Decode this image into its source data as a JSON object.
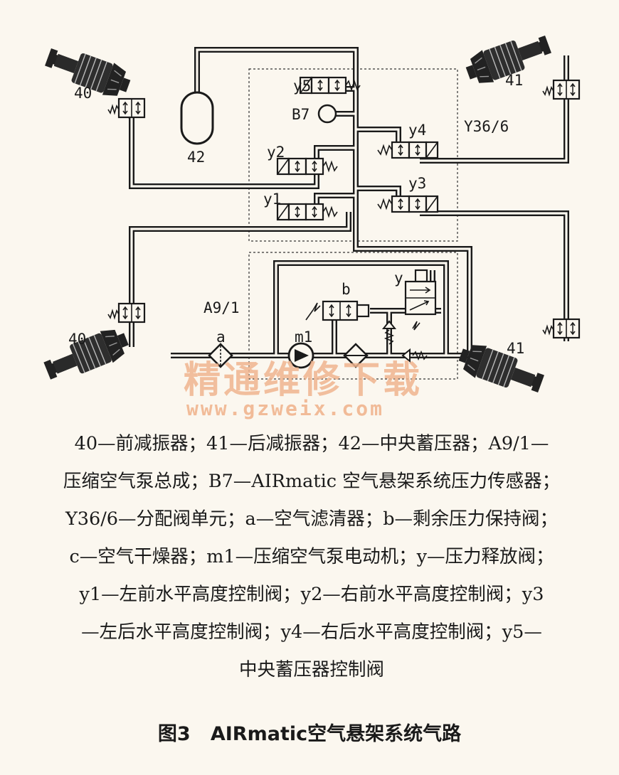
{
  "labels": {
    "front_left_top": "40",
    "front_left_bottom": "40",
    "rear_right_top": "41",
    "rear_right_bottom": "41",
    "accumulator": "42",
    "valve_unit": "Y36/6",
    "pump_unit": "A9/1",
    "sensor": "B7",
    "y1": "y1",
    "y2": "y2",
    "y3": "y3",
    "y4": "y4",
    "y5": "y5",
    "filter": "a",
    "holding_valve": "b",
    "motor": "m1",
    "relief_valve": "y"
  },
  "watermark": {
    "cn": "精通维修下载",
    "url": "www.gzweix.com"
  },
  "legend_lines": [
    "40—前减振器；41—后减振器；42—中央蓄压器；A9/1—",
    "压缩空气泵总成；B7—AIRmatic 空气悬架系统压力传感器；",
    "Y36/6—分配阀单元；a—空气滤清器；b—剩余压力保持阀；",
    "c—空气干燥器；m1—压缩空气泵电动机；y—压力释放阀；",
    "y1—左前水平高度控制阀；y2—右前水平高度控制阀；y3",
    "—左后水平高度控制阀；y4—右后水平高度控制阀；y5—",
    "中央蓄压器控制阀"
  ],
  "caption": {
    "number": "图3",
    "title": "AIRmatic空气悬架系统气路"
  }
}
